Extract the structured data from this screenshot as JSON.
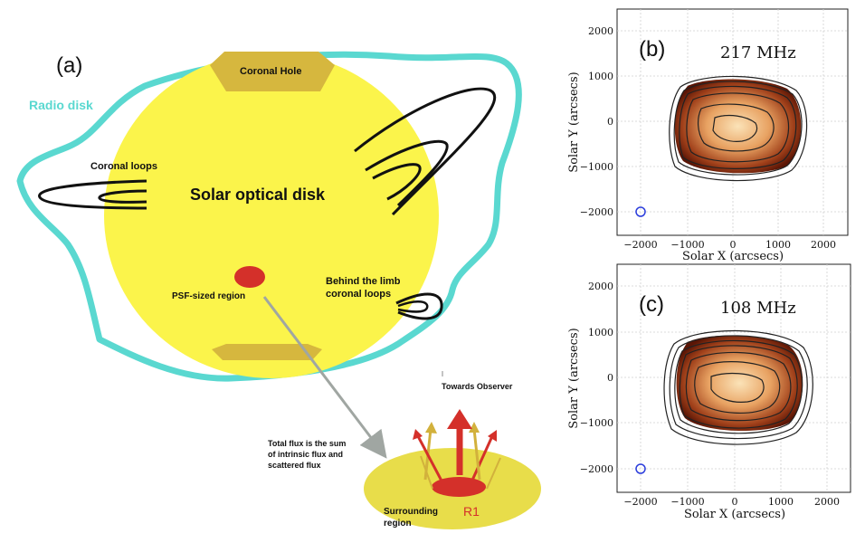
{
  "panel_a": {
    "label": "(a)",
    "radio_disk": "Radio disk",
    "coronal_hole": "Coronal Hole",
    "coronal_loops": "Coronal loops",
    "optical_disk": "Solar optical disk",
    "psf_region": "PSF-sized region",
    "behind_limb_1": "Behind the limb",
    "behind_limb_2": "coronal loops",
    "towards_observer": "Towards Observer",
    "total_flux_1": "Total flux is the sum",
    "total_flux_2": "of intrinsic flux and",
    "total_flux_3": "scattered flux",
    "surrounding_1": "Surrounding",
    "surrounding_2": "region",
    "r1": "R1",
    "colors": {
      "radio": "#5ad8d0",
      "disk": "#fbf44b",
      "hole": "#d6b73e",
      "psf": "#d4302a"
    }
  },
  "panel_b": {
    "label": "(b)",
    "freq": "217 MHz",
    "ylabel": "Solar Y (arcsecs)",
    "xlabel": "Solar X (arcsecs)",
    "xticks": [
      "−2000",
      "−1000",
      "0",
      "1000",
      "2000"
    ],
    "yticks": [
      "2000",
      "1000",
      "0",
      "−1000",
      "−2000"
    ]
  },
  "panel_c": {
    "label": "(c)",
    "freq": "108 MHz",
    "ylabel": "Solar Y (arcsecs)",
    "xlabel": "Solar X (arcsecs)",
    "xticks": [
      "−2000",
      "−1000",
      "0",
      "1000",
      "2000"
    ],
    "yticks": [
      "2000",
      "1000",
      "0",
      "−1000",
      "−2000"
    ]
  }
}
